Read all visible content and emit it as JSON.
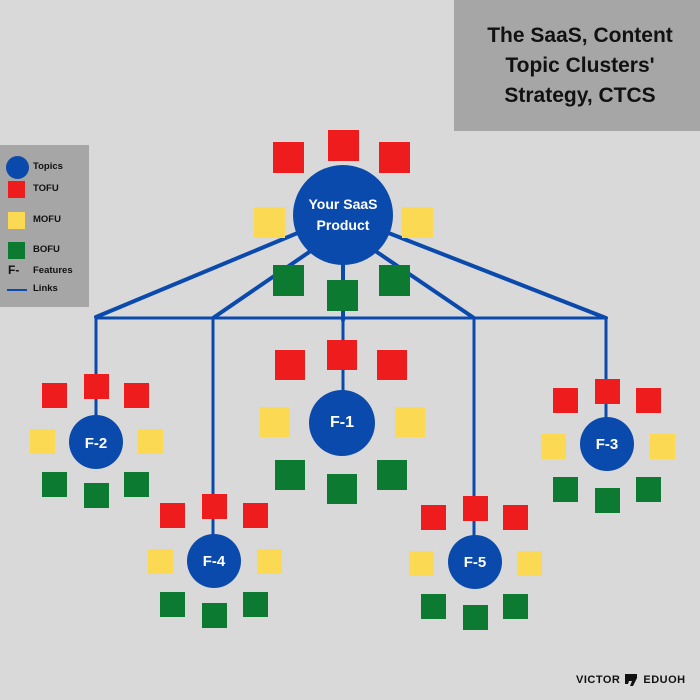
{
  "title": "The SaaS, Content Topic Clusters' Strategy, CTCS",
  "legend": {
    "topics": "Topics",
    "tofu": "TOFU",
    "mofu": "MOFU",
    "bofu": "BOFU",
    "features_marker": "F-",
    "features": "Features",
    "links": "Links"
  },
  "nodes": {
    "product": "Your SaaS Product",
    "f1": "F-1",
    "f2": "F-2",
    "f3": "F-3",
    "f4": "F-4",
    "f5": "F-5"
  },
  "brand": {
    "left": "VICTOR",
    "right": "EDUOH"
  },
  "colors": {
    "background": "#d9d9d9",
    "panel": "#a6a6a6",
    "topic_blue": "#0b4aad",
    "tofu_red": "#ee1c1c",
    "mofu_yellow": "#fcd952",
    "bofu_green": "#0d7a32"
  }
}
